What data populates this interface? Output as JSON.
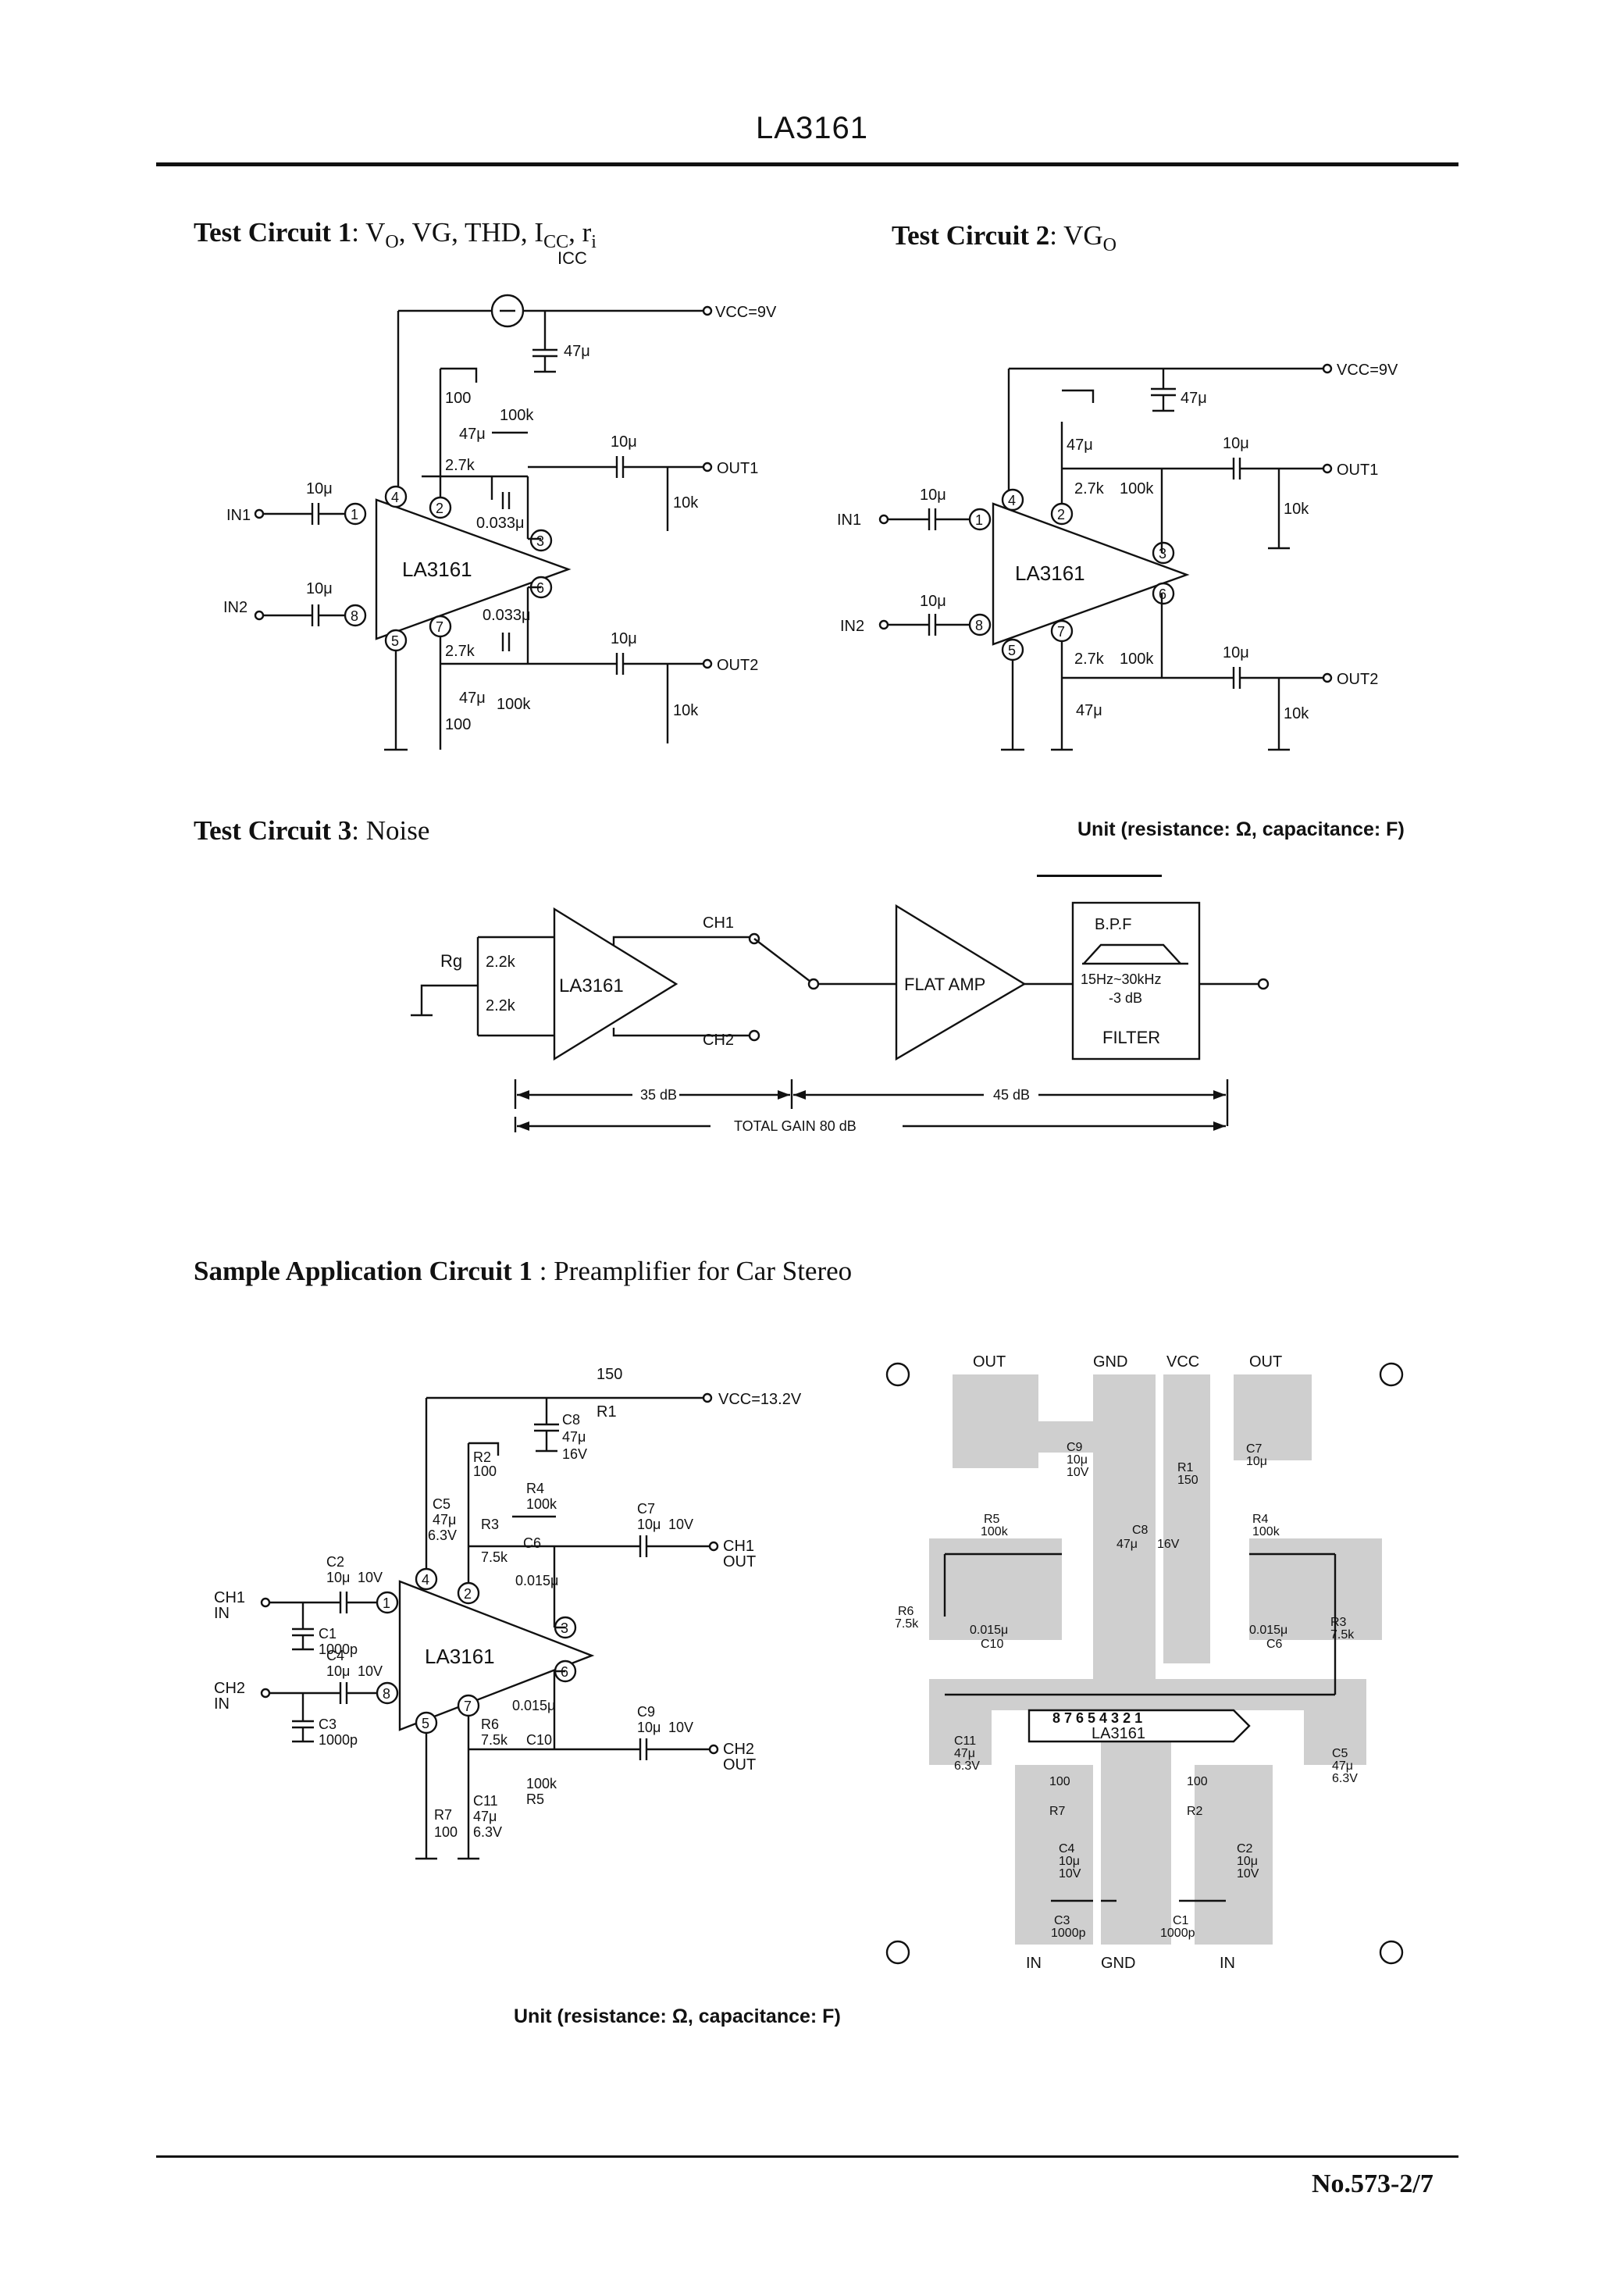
{
  "header": {
    "title": "LA3161"
  },
  "footer": {
    "page_ref": "No.573-2/7"
  },
  "units_note": "Unit (resistance: Ω, capacitance: F)",
  "tc1": {
    "title_bold": "Test Circuit 1",
    "title_rest": ": V",
    "sub_o": "O",
    "mid": ", VG, THD, I",
    "sub_cc": "CC",
    "mid2": ", r",
    "sub_i": "i",
    "chip": "LA3161",
    "icc": "ICC",
    "vcc": "VCC=9V",
    "in1": "IN1",
    "in2": "IN2",
    "out1": "OUT1",
    "out2": "OUT2",
    "c_in": "10μ",
    "c_out": "10μ",
    "c_47": "47μ",
    "r_100": "100",
    "r_100k": "100k",
    "r_27k": "2.7k",
    "c_033": "0.033μ",
    "r_10k": "10k",
    "pins": [
      "1",
      "2",
      "3",
      "4",
      "5",
      "6",
      "7",
      "8"
    ]
  },
  "tc2": {
    "title_bold": "Test Circuit 2",
    "title_rest": ": VG",
    "sub_o": "O",
    "chip": "LA3161",
    "vcc": "VCC=9V",
    "in1": "IN1",
    "in2": "IN2",
    "out1": "OUT1",
    "out2": "OUT2",
    "c_in": "10μ",
    "c_47": "47μ",
    "r_27k": "2.7k",
    "r_100k": "100k",
    "r_10k": "10k"
  },
  "tc3": {
    "title_bold": "Test Circuit 3",
    "title_rest": ": Noise",
    "rg": "Rg",
    "r1": "2.2k",
    "r2": "2.2k",
    "chip": "LA3161",
    "ch1": "CH1",
    "ch2": "CH2",
    "flat_amp": "FLAT AMP",
    "bpf": "B.P.F",
    "bpf_range": "15Hz~30kHz",
    "bpf_db": "-3 dB",
    "filter": "FILTER",
    "gain1": "35 dB",
    "gain2": "45 dB",
    "total": "TOTAL  GAIN  80 dB"
  },
  "app1": {
    "title_bold": "Sample Application Circuit 1",
    "title_rest": ": Preamplifier for Car Stereo",
    "chip": "LA3161",
    "vcc": "VCC=13.2V",
    "r1": "150",
    "r1_name": "R1",
    "c8": "C8",
    "c8_val": "47μ",
    "c8_v": "16V",
    "r2": "R2",
    "r2_val": "100",
    "c5": "C5",
    "c5_val": "47μ",
    "c5_v": "6.3V",
    "r3": "R3",
    "r3_val": "7.5k",
    "r4": "R4",
    "r4_val": "100k",
    "c6": "C6",
    "c6_val": "0.015μ",
    "c7": "C7",
    "c7_val": "10μ",
    "c7_v": "10V",
    "c2": "C2",
    "c2_val": "10μ",
    "c2_v": "10V",
    "c1": "C1",
    "c1_val": "1000p",
    "c4": "C4",
    "c4_val": "10μ",
    "c4_v": "10V",
    "c3": "C3",
    "c3_val": "1000p",
    "r6": "R6",
    "r6_val": "7.5k",
    "c10": "C10",
    "c10_val": "0.015μ",
    "r5": "R5",
    "r5_val": "100k",
    "c11": "C11",
    "c11_val": "47μ",
    "c11_v": "6.3V",
    "r7": "R7",
    "r7_val": "100",
    "c9": "C9",
    "c9_val": "10μ",
    "c9_v": "10V",
    "ch1_in": "CH1",
    "ch2_in": "CH2",
    "in": "IN",
    "ch1_out": "CH1",
    "ch2_out": "CH2",
    "out": "OUT"
  },
  "pcb": {
    "out_l": "OUT",
    "gnd_t": "GND",
    "vcc_t": "VCC",
    "out_r": "OUT",
    "in_l": "IN",
    "gnd_b": "GND",
    "in_r": "IN",
    "chip": "LA3161",
    "pins": "8  7  6  5  4  3  2  1",
    "c9": "C9",
    "c9_val": "10μ",
    "c9_v": "10V",
    "r1": "R1",
    "r1_val": "150",
    "c7": "C7",
    "c7_val": "10μ",
    "r5": "R5",
    "r5_val": "100k",
    "c8": "C8",
    "c8_val": "47μ",
    "c8_v": "16V",
    "r4": "R4",
    "r4_val": "100k",
    "r6": "R6",
    "r6_val": "7.5k",
    "c10": "C10",
    "c10_val": "0.015μ",
    "c6": "C6",
    "c6_val": "0.015μ",
    "r3": "R3",
    "r3_val": "7.5k",
    "c11": "C11",
    "c11_val": "47μ",
    "c11_v": "6.3V",
    "c5": "C5",
    "c5_val": "47μ",
    "c5_v": "6.3V",
    "r7": "R7",
    "r7_val": "100",
    "r2": "R2",
    "r2_val": "100",
    "c4": "C4",
    "c4_val": "10μ",
    "c4_v": "10V",
    "c2": "C2",
    "c2_val": "10μ",
    "c2_v": "10V",
    "c3": "C3",
    "c3_val": "1000p",
    "c1": "C1",
    "c1_val": "1000p"
  }
}
